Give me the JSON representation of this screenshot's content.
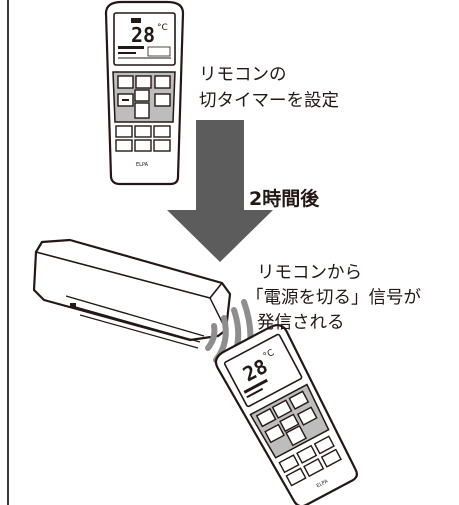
{
  "step1": {
    "line1": "リモコンの",
    "line2": "切タイマーを設定"
  },
  "elapsed": {
    "label": "2時間後"
  },
  "step2": {
    "line1": "リモコンから",
    "line2": "「電源を切る」信号が",
    "line3": "発信される"
  },
  "remote": {
    "display_temp": "28",
    "display_unit": "°C",
    "brand": "ELPA"
  },
  "colors": {
    "ink": "#231815",
    "arrow": "#5c5c5c",
    "panel_gray": "#bdbdbd",
    "signal": "#8e8e8e"
  },
  "icons": [
    "remote-control-icon",
    "down-arrow-icon",
    "air-conditioner-icon",
    "signal-waves-icon"
  ]
}
